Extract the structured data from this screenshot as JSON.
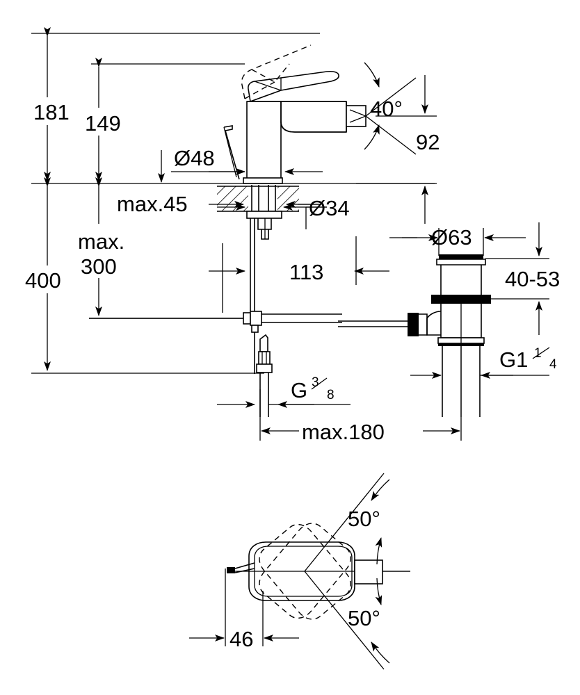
{
  "drawing": {
    "title": "Bidet single-lever mixer installation drawing",
    "units": "mm",
    "views": [
      {
        "id": "elevation",
        "name": "side-elevation-view"
      },
      {
        "id": "plan",
        "name": "top-plan-view"
      }
    ]
  },
  "dimensions": {
    "height_spout": "181",
    "height_lever": "149",
    "height_total": "400",
    "height_max_supply_top": "max.",
    "height_max_supply_bottom": "300",
    "deck_thickness": "max.45",
    "base_diameter": "Ø48",
    "shank_diameter": "Ø34",
    "spout_projection": "113",
    "spout_height_from_deck": "92",
    "swivel_angle": "40°",
    "drain_flange_diameter": "Ø63",
    "drain_deck_range": "40-53",
    "drain_thread": "G1",
    "drain_thread_num": "1",
    "drain_thread_den": "4",
    "supply_thread": "G",
    "supply_thread_num": "3",
    "supply_thread_den": "8",
    "max_spread": "max.180",
    "plan_offset": "46",
    "plan_angle_upper": "50°",
    "plan_angle_lower": "50°"
  },
  "colors": {
    "line": "#000000",
    "background": "#ffffff"
  }
}
